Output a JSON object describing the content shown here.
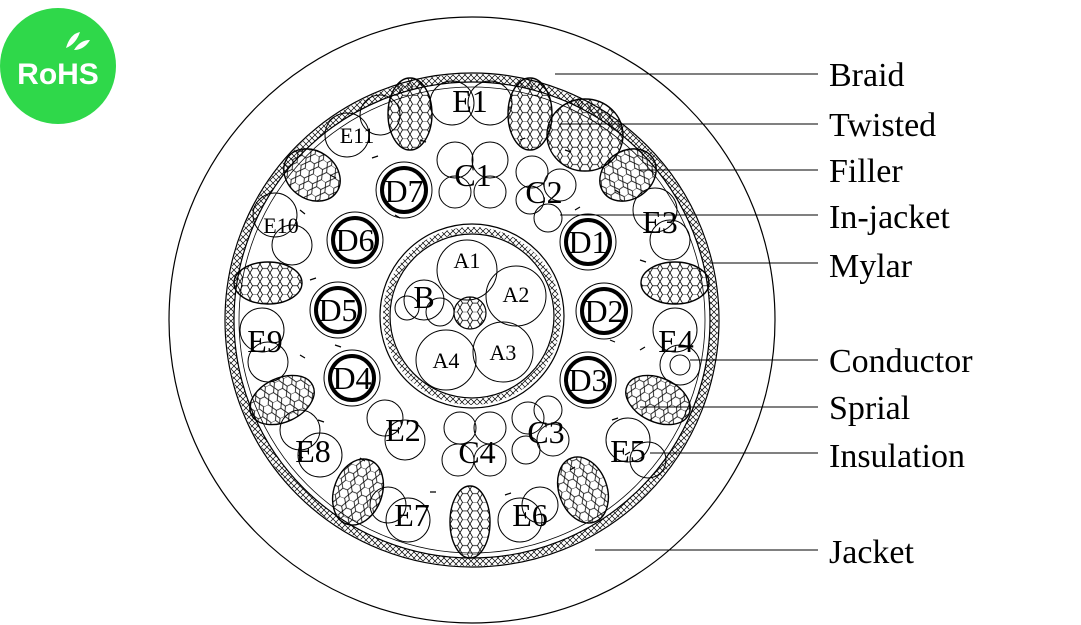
{
  "logo": {
    "text": "RoHS",
    "color": "#2fd84a"
  },
  "callouts": [
    {
      "id": "braid",
      "label": "Braid"
    },
    {
      "id": "twisted",
      "label": "Twisted"
    },
    {
      "id": "filler",
      "label": "Filler"
    },
    {
      "id": "in-jacket",
      "label": "In-jacket"
    },
    {
      "id": "mylar",
      "label": "Mylar"
    },
    {
      "id": "conductor",
      "label": "Conductor"
    },
    {
      "id": "sprial",
      "label": "Sprial"
    },
    {
      "id": "insulation",
      "label": "Insulation"
    },
    {
      "id": "jacket",
      "label": "Jacket"
    }
  ],
  "core": {
    "A": [
      "A1",
      "A2",
      "A3",
      "A4"
    ],
    "B": "B"
  },
  "ring_c": [
    "C1",
    "C2",
    "C3",
    "C4"
  ],
  "ring_d": [
    "D1",
    "D2",
    "D3",
    "D4",
    "D5",
    "D6",
    "D7"
  ],
  "ring_e": [
    "E1",
    "E2",
    "E3",
    "E4",
    "E5",
    "E6",
    "E7",
    "E8",
    "E9",
    "E10",
    "E11"
  ]
}
